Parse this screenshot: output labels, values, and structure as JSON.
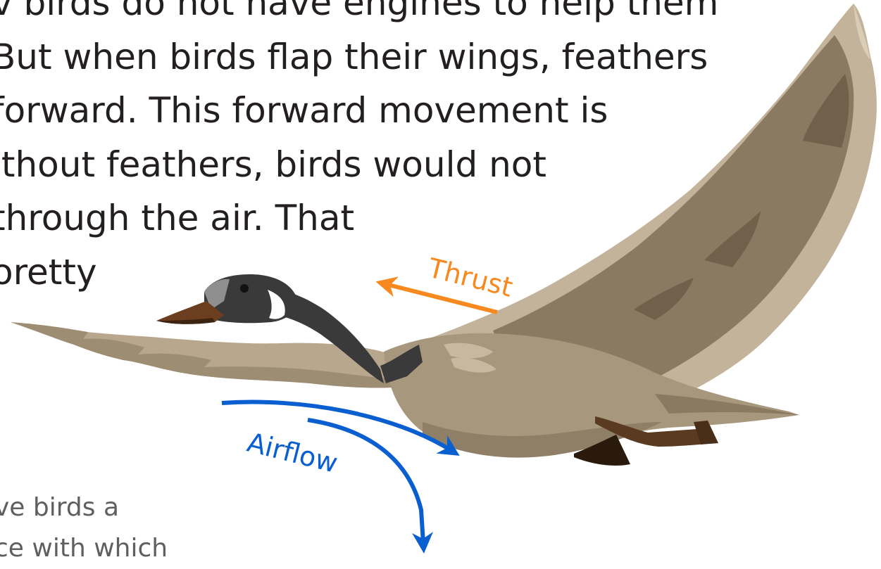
{
  "paragraph": {
    "lines": [
      "v birds do not have engines to help them",
      "But when birds flap their wings, feathers",
      " forward. This forward movement is",
      "ithout feathers, birds would not",
      " through the air. That",
      "oretty"
    ]
  },
  "side_note": {
    "lines": [
      "ve birds a",
      "ce with which"
    ]
  },
  "labels": {
    "thrust": "Thrust",
    "airflow": "Airflow"
  },
  "colors": {
    "thrust": "#f7891f",
    "airflow": "#0a5fd0",
    "wing_light": "#c2b39a",
    "wing_dark": "#8a7a61",
    "neck": "#3a3a3a"
  }
}
